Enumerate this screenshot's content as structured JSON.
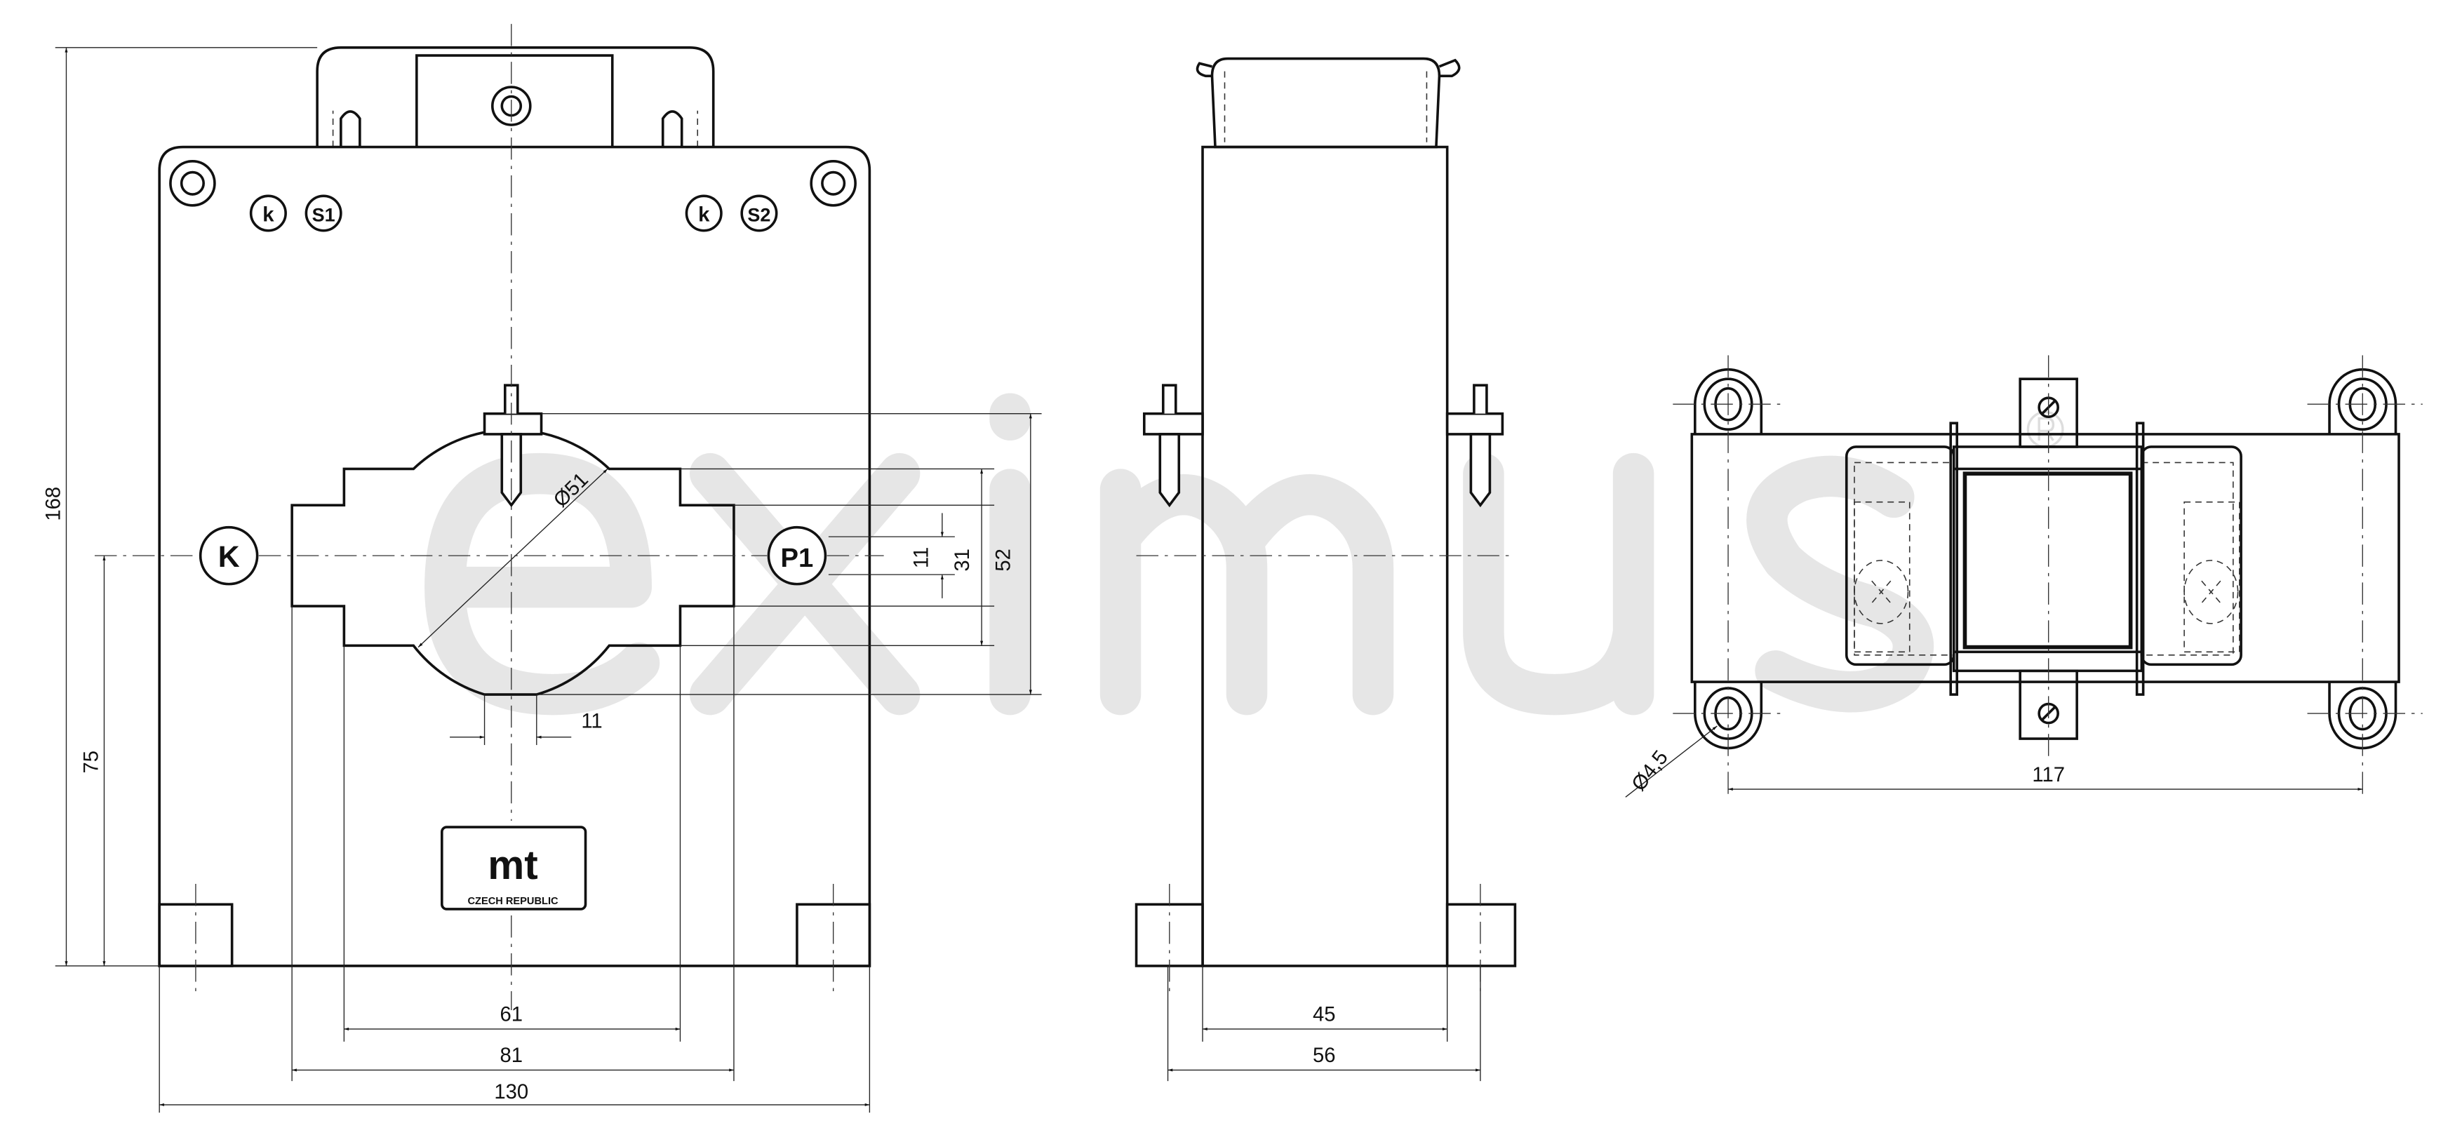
{
  "watermark": {
    "text": "eximus",
    "registered": "®"
  },
  "front_view": {
    "terminals": {
      "k_left": "k",
      "s1": "S1",
      "k_right": "k",
      "s2": "S2"
    },
    "primary": {
      "k": "K",
      "p1": "P1"
    },
    "logo": {
      "mark": "mt",
      "country": "CZECH REPUBLIC"
    },
    "dimensions": {
      "height": "168",
      "axis_height": "75",
      "window_inner": "61",
      "window_outer": "81",
      "width": "130",
      "diameter": "Ø51",
      "slot": "11",
      "slot_height": "11",
      "bar_height": "31",
      "window_height": "52"
    }
  },
  "side_view": {
    "dimensions": {
      "depth_inner": "45",
      "depth_outer": "56"
    }
  },
  "top_view": {
    "dimensions": {
      "hole_diameter": "Ø4,5",
      "hole_spacing": "117"
    }
  }
}
